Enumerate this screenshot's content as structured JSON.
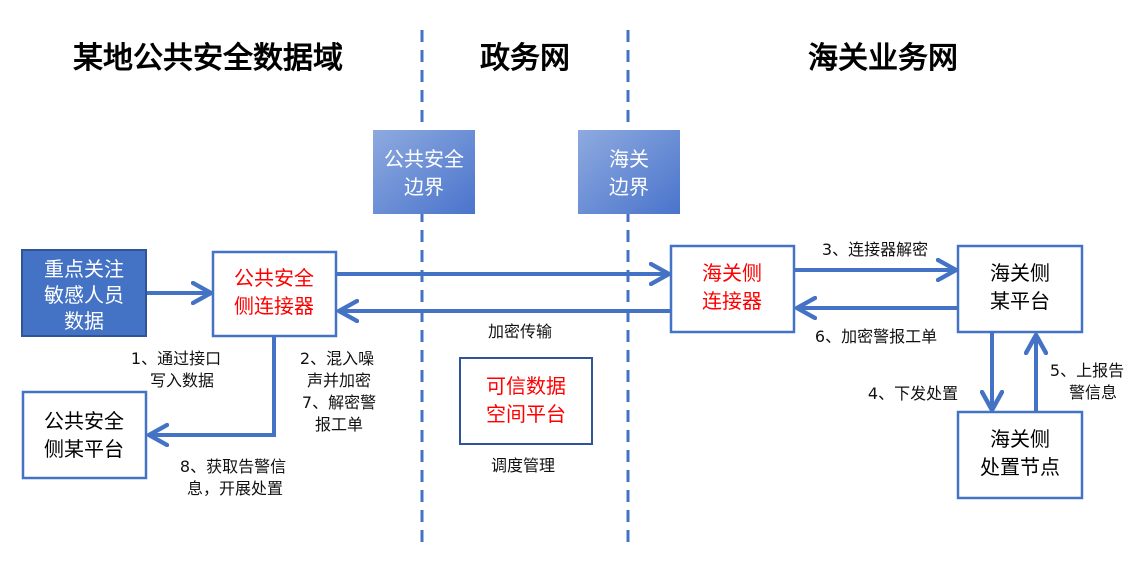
{
  "colors": {
    "accent": "#4472c4",
    "boundary_fill": "#6f8fd6",
    "source_fill": "#4472c4",
    "highlight_text": "#ff0000"
  },
  "zones": {
    "left": "某地公共安全数据域",
    "middle": "政务网",
    "right": "海关业务网"
  },
  "boundaries": {
    "public_security": [
      "公共安全",
      "边界"
    ],
    "customs": [
      "海关",
      "边界"
    ]
  },
  "nodes": {
    "source_data": [
      "重点关注",
      "敏感人员",
      "数据"
    ],
    "ps_connector": [
      "公共安全",
      "侧连接器"
    ],
    "ps_platform": [
      "公共安全",
      "侧某平台"
    ],
    "trusted_space": [
      "可信数据",
      "空间平台"
    ],
    "customs_connector": [
      "海关侧",
      "连接器"
    ],
    "customs_platform": [
      "海关侧",
      "某平台"
    ],
    "customs_node": [
      "海关侧",
      "处置节点"
    ]
  },
  "labels": {
    "step1": [
      "1、通过接口",
      "写入数据"
    ],
    "step2_7": [
      "2、混入噪",
      "声并加密",
      "7、解密警",
      "报工单"
    ],
    "step8": [
      "8、获取告警信",
      "息，开展处置"
    ],
    "encrypted_transfer": "加密传输",
    "scheduling": "调度管理",
    "step3": "3、连接器解密",
    "step6": "6、加密警报工单",
    "step4": "4、下发处置",
    "step5": [
      "5、上报告",
      "警信息"
    ]
  }
}
